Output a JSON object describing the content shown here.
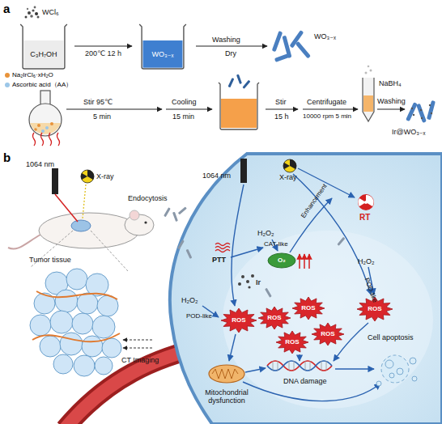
{
  "diagram": {
    "nodes": [
      {
        "text": [
          "C₃H₇OH"
        ]
      },
      {
        "text": [
          "WO₃₋ₓ"
        ]
      },
      {
        "text": [
          "O₂"
        ]
      },
      {
        "text": [
          "ROS"
        ]
      },
      {
        "text": [
          "ROS"
        ]
      },
      {
        "text": [
          "ROS"
        ]
      },
      {
        "text": [
          "ROS"
        ]
      },
      {
        "text": [
          "ROS"
        ]
      },
      {
        "text": [
          "ROS"
        ]
      }
    ],
    "edges": [
      {
        "from": 0,
        "to": 1,
        "label": "200℃ 12 h",
        "arrow": "to"
      }
    ],
    "labels": [
      "a",
      "WCl₆",
      "Washing",
      "Dry",
      "WO₃₋ₓ",
      "Stir 95℃",
      "5 min",
      "Cooling",
      "15 min",
      "Stir",
      "15 h",
      "Centrifugate",
      "10000 rpm 5 min",
      "NaBH₄",
      "Washing",
      "Ir@WO₃₋ₓ",
      "b",
      "1064 nm",
      "X-ray",
      "Endocytosis",
      "Tumor tissue",
      "CT Imaging",
      "1064 nm",
      "X-ray",
      "RT",
      "H₂O₂",
      "CAT-like",
      "Enhancement",
      "H₂O₂",
      "POD-like",
      "PTT",
      "Ir",
      "H₂O₂",
      "POD-like",
      "Mitochondrial dysfunction",
      "DNA damage",
      "Cell apoptosis"
    ],
    "legend": [
      {
        "text": "Na₂IrCl₆·xH₂O",
        "color": "#e8933a"
      },
      {
        "text": "Ascorbic acid（AA）",
        "color": "#9cc7e8"
      }
    ]
  }
}
